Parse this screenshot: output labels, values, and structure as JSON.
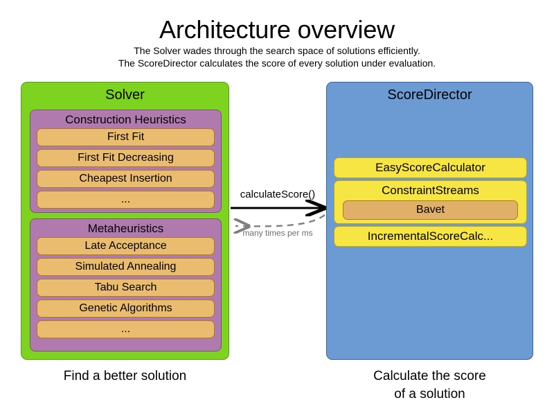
{
  "header": {
    "title": "Architecture overview",
    "subtitle_line1": "The Solver wades through the search space of solutions efficiently.",
    "subtitle_line2": "The ScoreDirector calculates the score of every solution under evaluation."
  },
  "solver": {
    "title": "Solver",
    "caption": "Find a better solution",
    "groups": [
      {
        "title": "Construction Heuristics",
        "items": [
          "First Fit",
          "First Fit Decreasing",
          "Cheapest Insertion",
          "..."
        ]
      },
      {
        "title": "Metaheuristics",
        "items": [
          "Late Acceptance",
          "Simulated Annealing",
          "Tabu Search",
          "Genetic Algorithms",
          "..."
        ]
      }
    ]
  },
  "score_director": {
    "title": "ScoreDirector",
    "caption_line1": "Calculate the score",
    "caption_line2": "of a solution",
    "calculators": [
      {
        "label": "EasyScoreCalculator"
      },
      {
        "label": "ConstraintStreams",
        "nested": "Bavet"
      },
      {
        "label": "IncrementalScoreCalc..."
      }
    ]
  },
  "arrows": {
    "forward_label": "calculateScore()",
    "backward_label": "many times per ms"
  },
  "colors": {
    "solver_green": "#7ED321",
    "group_purple": "#B07AAF",
    "item_orange": "#E9BC6F",
    "score_blue": "#6B9BD2",
    "calculator_yellow": "#F7E544",
    "nested_orange": "#E0AF68",
    "arrow_solid": "#000000",
    "arrow_dashed": "#7f7f7f"
  }
}
